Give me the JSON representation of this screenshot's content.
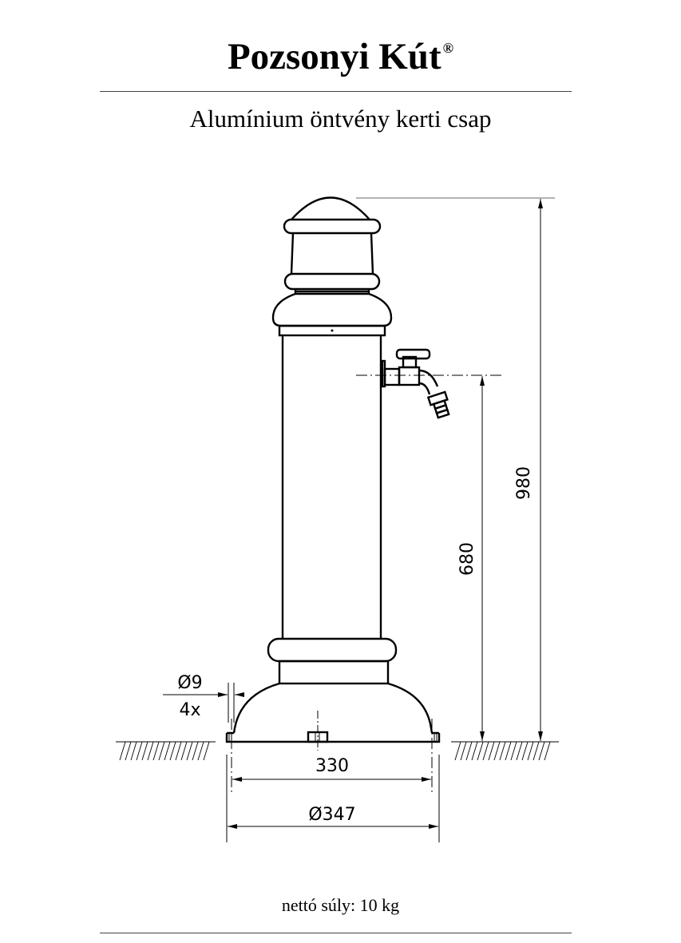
{
  "header": {
    "title": "Pozsonyi Kút",
    "registered_mark": "®",
    "subtitle": "Alumínium öntvény kerti csap"
  },
  "dimensions": {
    "total_height": "980",
    "tap_height": "680",
    "bolt_spacing": "330",
    "base_diameter": "Ø347",
    "hole_diameter": "Ø9",
    "hole_count": "4x"
  },
  "footer": {
    "weight": "nettó súly: 10 kg"
  }
}
